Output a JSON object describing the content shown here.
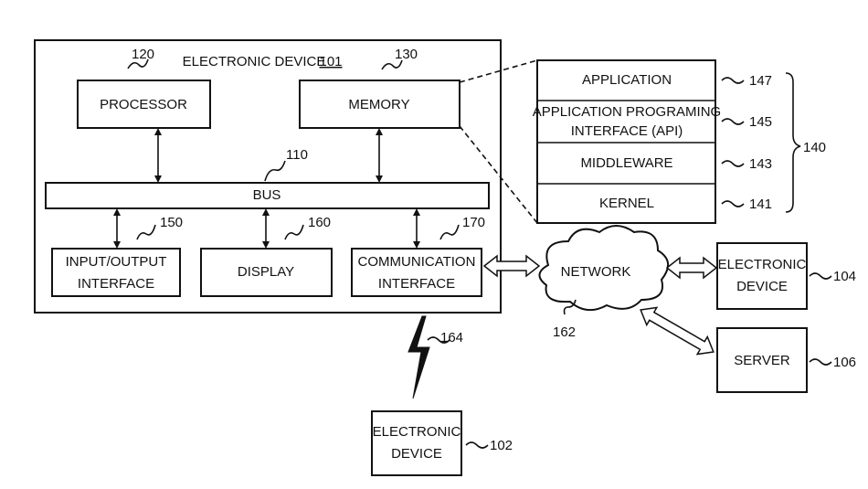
{
  "device": {
    "title": "ELECTRONIC DEVICE",
    "ref": "101"
  },
  "components": {
    "processor": {
      "label": "PROCESSOR",
      "ref": "120"
    },
    "memory": {
      "label": "MEMORY",
      "ref": "130"
    },
    "bus": {
      "label": "BUS",
      "ref": "110"
    },
    "io": {
      "line1": "INPUT/OUTPUT",
      "line2": "INTERFACE",
      "ref": "150"
    },
    "display": {
      "label": "DISPLAY",
      "ref": "160"
    },
    "comm": {
      "line1": "COMMUNICATION",
      "line2": "INTERFACE",
      "ref": "170"
    }
  },
  "memory_stack": {
    "ref": "140",
    "layers": {
      "application": {
        "label": "APPLICATION",
        "ref": "147"
      },
      "api": {
        "line1": "APPLICATION PROGRAMING",
        "line2": "INTERFACE (API)",
        "ref": "145"
      },
      "middleware": {
        "label": "MIDDLEWARE",
        "ref": "143"
      },
      "kernel": {
        "label": "KERNEL",
        "ref": "141"
      }
    }
  },
  "network": {
    "label": "NETWORK",
    "ref": "162"
  },
  "wireless": {
    "ref": "164"
  },
  "external": {
    "device104": {
      "line1": "ELECTRONIC",
      "line2": "DEVICE",
      "ref": "104"
    },
    "server": {
      "label": "SERVER",
      "ref": "106"
    },
    "device102": {
      "line1": "ELECTRONIC",
      "line2": "DEVICE",
      "ref": "102"
    }
  }
}
